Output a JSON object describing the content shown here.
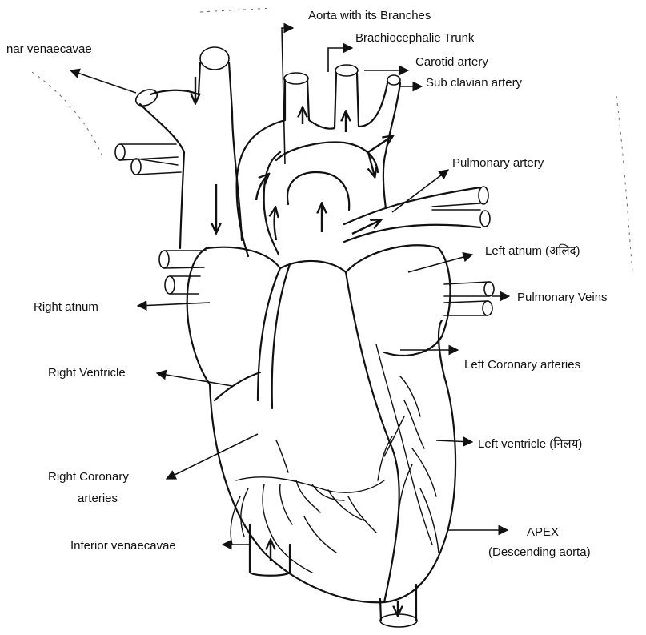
{
  "labels": {
    "aorta": "Aorta with its Branches",
    "brachiocephalic": "Brachiocephalie Trunk",
    "carotid": "Carotid artery",
    "subclavian": "Sub clavian artery",
    "superior_vena_cava": "nar venaecavae",
    "pulmonary_artery": "Pulmonary artery",
    "left_atrium": "Left atnum (अलिद)",
    "pulmonary_veins": "Pulmonary Veins",
    "right_atrium": "Right atnum",
    "left_coronary": "Left Coronary arteries",
    "right_ventricle": "Right Ventricle",
    "left_ventricle": "Left ventricle (निलय)",
    "right_coronary_line1": "Right Coronary",
    "right_coronary_line2": "arteries",
    "apex": "APEX",
    "descending_aorta": "(Descending aorta)",
    "inferior_vena_cava": "Inferior venaecavae"
  }
}
